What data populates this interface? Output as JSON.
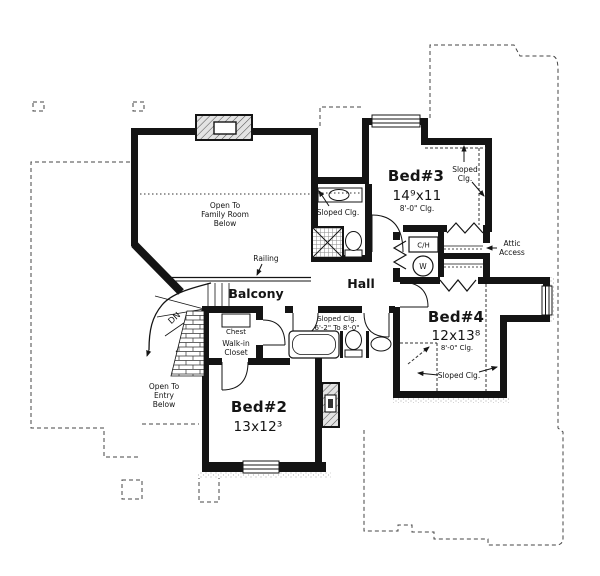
{
  "labels": {
    "family_room": {
      "l1": "Open To",
      "l2": "Family Room",
      "l3": "Below"
    },
    "railing": "Railing",
    "balcony": "Balcony",
    "dn": "DN",
    "hall": "Hall",
    "bed3": {
      "name": "Bed#3",
      "dim": "14⁹x11",
      "clg": "8'-0\" Clg."
    },
    "bed3_sloped": {
      "l1": "Sloped",
      "l2": "Clg."
    },
    "bath1_sloped": "Sloped Clg.",
    "attic": {
      "l1": "Attic",
      "l2": "Access"
    },
    "ch": "C/H",
    "w": "W",
    "bed4": {
      "name": "Bed#4",
      "dim": "12x13⁸",
      "clg": "8'-0\" Clg."
    },
    "bed4_sloped": "Sloped Clg.",
    "bath2_sloped": {
      "l1": "Sloped Clg.",
      "l2": "6'-2\" To 8'-0\""
    },
    "chest": "Chest",
    "walk_in_closet": {
      "l1": "Walk-in",
      "l2": "Closet"
    },
    "bed2": {
      "name": "Bed#2",
      "dim": "13x12³"
    },
    "entry": {
      "l1": "Open To",
      "l2": "Entry",
      "l3": "Below"
    }
  },
  "colors": {
    "line": "#141414",
    "dash": "#444444",
    "background": "#ffffff"
  }
}
